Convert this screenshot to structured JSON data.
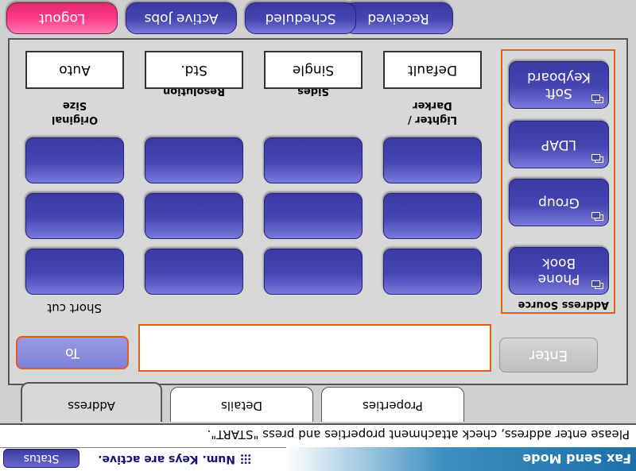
{
  "title_bar": {
    "mode_title": "Fax Send Mode",
    "num_keys_text": "Num. Keys are active.",
    "status_button": "Status"
  },
  "message_line": "Please enter address, check attachment properties and press \"START\".",
  "tabs": [
    {
      "label": "Address",
      "active": true
    },
    {
      "label": "Details",
      "active": false
    },
    {
      "label": "Properties",
      "active": false
    }
  ],
  "address_entry": {
    "to_button": "To",
    "address_value": "",
    "enter_button": "Enter"
  },
  "address_source": {
    "label": "Address Source",
    "buttons": [
      {
        "label": "Phone\nBook"
      },
      {
        "label": "Group"
      },
      {
        "label": "LDAP"
      },
      {
        "label": "Soft\nKeyboard"
      }
    ]
  },
  "shortcut": {
    "label": "Short cut",
    "rows": 3,
    "columns": 4
  },
  "settings": [
    {
      "label": "Original\nSize",
      "value": "Auto"
    },
    {
      "label": "Resolution",
      "value": "Std."
    },
    {
      "label": "Sides",
      "value": "Single"
    },
    {
      "label": "Lighter /\nDarker",
      "value": "Default"
    }
  ],
  "top_tabs": [
    {
      "label": "Received"
    },
    {
      "label": "Scheduled"
    },
    {
      "label": "Active Jobs"
    },
    {
      "label": "Logout"
    }
  ],
  "colors": {
    "accent_orange": "#e0601a",
    "button_blue": "#4646b2",
    "logout_pink": "#ff3a86",
    "title_blue": "#1c6fa8"
  }
}
